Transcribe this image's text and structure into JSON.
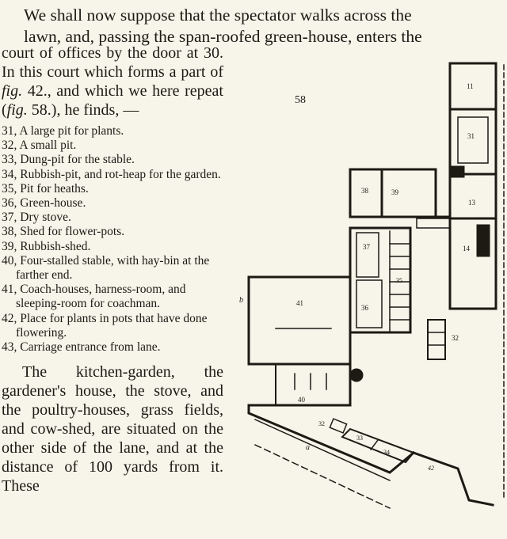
{
  "intro": {
    "line1": "We shall now suppose that the spectator walks across the",
    "line2": "lawn, and, passing the span-roofed green-house, enters the"
  },
  "lead": {
    "p1": "court of offices by the door at 30.  In this court which forms a part of ",
    "fig1": "fig.",
    "p2": " 42., and which we here repeat (",
    "fig2": "fig.",
    "p3": " 58.), he finds, —"
  },
  "legend": [
    "31, A large pit for plants.",
    "32, A small pit.",
    "33, Dung-pit for the stable.",
    "34, Rubbish-pit, and rot-heap for the garden.",
    "35, Pit for heaths.",
    "36, Green-house.",
    "37, Dry stove.",
    "38, Shed for flower-pots.",
    "39, Rubbish-shed.",
    "40, Four-stalled stable, with hay-bin at the farther end.",
    "41, Coach-houses, harness-room, and sleeping-room for coachman.",
    "42, Place for plants in pots that have done flowering.",
    "43, Carriage entrance from lane."
  ],
  "tail": "The kitchen-garden, the gardener's house, the stove, and the poultry-houses, grass fields, and cow-shed, are situated on the other side of the lane, and at the distance of 100 yards from it.  These",
  "figure": {
    "number": "58",
    "labels": {
      "l11": "11",
      "l31": "31",
      "l13": "13",
      "l14": "14",
      "l38": "38",
      "l39": "39",
      "l37": "37",
      "l35": "35",
      "l36": "36",
      "l41": "41",
      "l40": "40",
      "l32a": "32",
      "l32b": "32",
      "l33": "33",
      "l34": "34",
      "l42": "42",
      "lb": "b",
      "la": "a"
    }
  }
}
